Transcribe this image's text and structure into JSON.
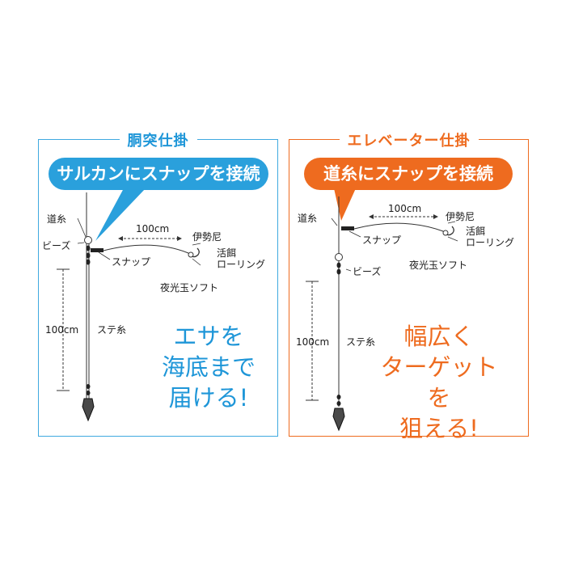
{
  "left_panel": {
    "title": "胴突仕掛",
    "bubble": "サルカンにスナップを接続",
    "labels": {
      "main_line": "道糸",
      "beads": "ビーズ",
      "snap": "スナップ",
      "length_top": "100cm",
      "ise_ama": "伊勢尼",
      "live_bait": "活餌",
      "rolling": "ローリング",
      "glow_ball": "夜光玉ソフト",
      "length_side": "100cm",
      "sute_line": "ステ糸"
    },
    "slogan": [
      "エサを",
      "海底まで",
      "届ける!"
    ],
    "color": "#1e96d8"
  },
  "right_panel": {
    "title": "エレベーター仕掛",
    "bubble": "道糸にスナップを接続",
    "labels": {
      "main_line": "道糸",
      "snap": "スナップ",
      "length_top": "100cm",
      "ise_ama": "伊勢尼",
      "live_bait": "活餌",
      "rolling": "ローリング",
      "glow_ball": "夜光玉ソフト",
      "beads": "ビーズ",
      "length_side": "100cm",
      "sute_line": "ステ糸"
    },
    "slogan": [
      "幅広く",
      "ターゲットを",
      "狙える!"
    ],
    "color": "#ee6b1f"
  }
}
